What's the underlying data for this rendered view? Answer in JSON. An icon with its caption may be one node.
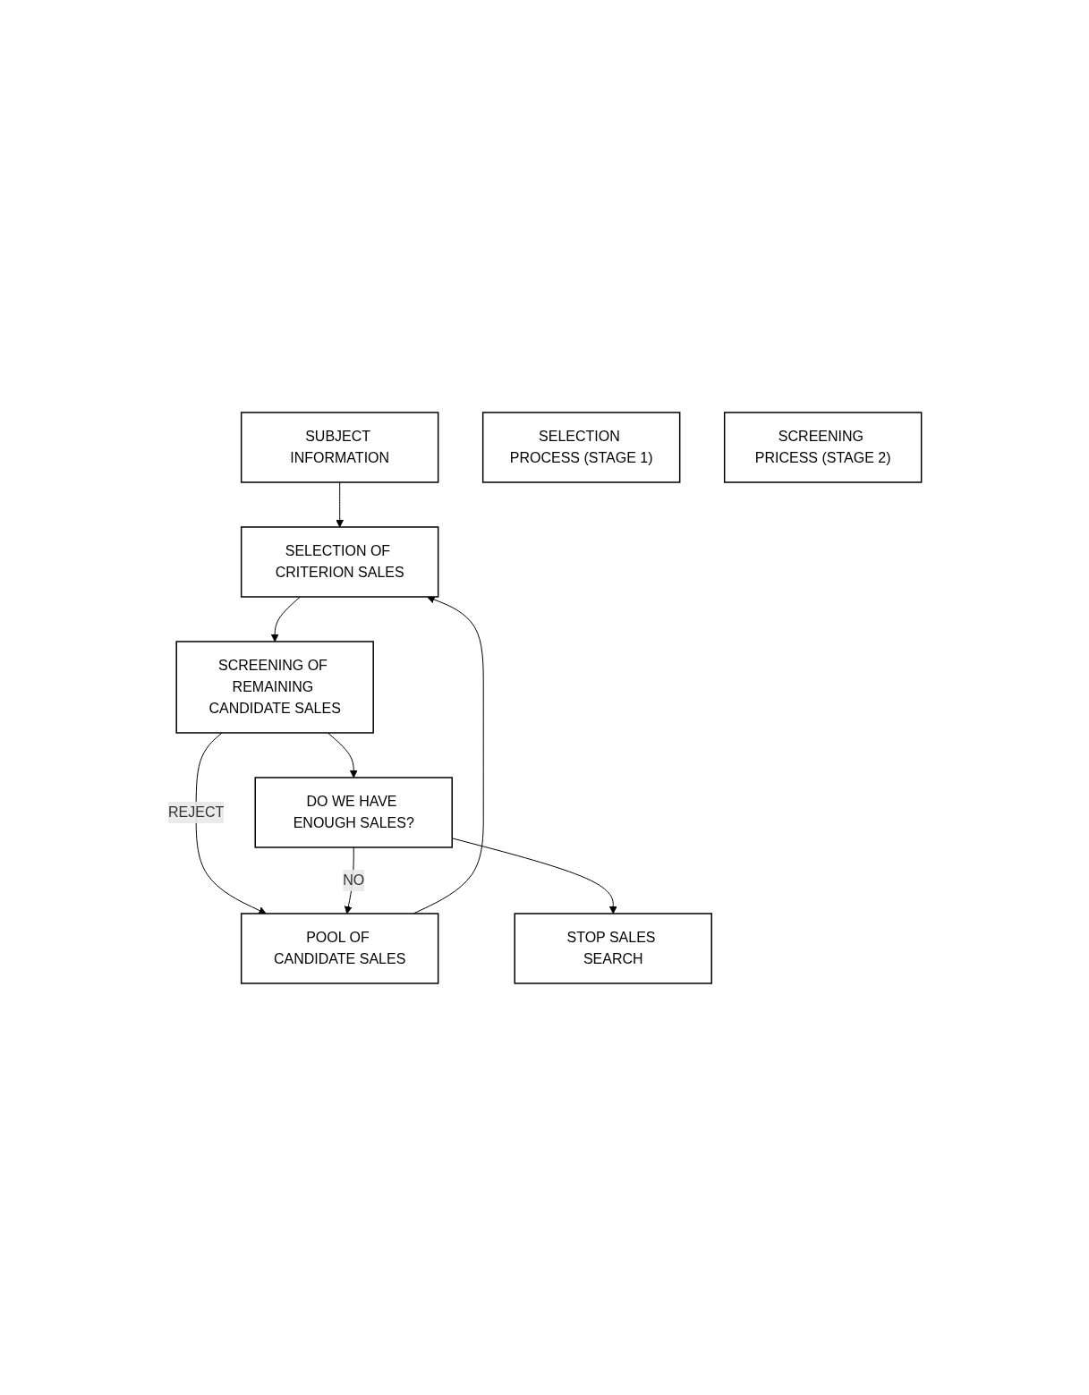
{
  "diagram": {
    "nodes": [
      {
        "text": [
          "SUBJECT INFORMATION"
        ]
      },
      {
        "text": [
          "POOL OF CANDIDATE SALES"
        ]
      },
      {
        "text": [
          "SELECTION OF CRITERION SALES"
        ]
      },
      {
        "text": [
          "SELECTION PROCESS (STAGE 1)"
        ]
      },
      {
        "text": [
          "SCREENING OF REMAINING CANDIDATE SALES"
        ]
      },
      {
        "text": [
          "SCREENING PRICESS (STAGE 2)"
        ]
      },
      {
        "text": [
          "DO WE HAVE ENOUGH SALES?"
        ]
      },
      {
        "text": [
          "STOP SALES SEARCH"
        ]
      }
    ],
    "edges": [
      {
        "from": 0,
        "to": 2,
        "arrow": "to"
      },
      {
        "from": 1,
        "to": 2,
        "arrow": "to"
      },
      {
        "from": 2,
        "to": 4,
        "arrow": "to"
      },
      {
        "from": 4,
        "to": 1,
        "arrow": "to",
        "label": "REJECT"
      },
      {
        "from": 6,
        "to": 1,
        "arrow": "to",
        "label": "NO"
      },
      {
        "from": 4,
        "to": 6,
        "arrow": "to"
      },
      {
        "from": 6,
        "to": 7,
        "arrow": "to"
      }
    ]
  }
}
